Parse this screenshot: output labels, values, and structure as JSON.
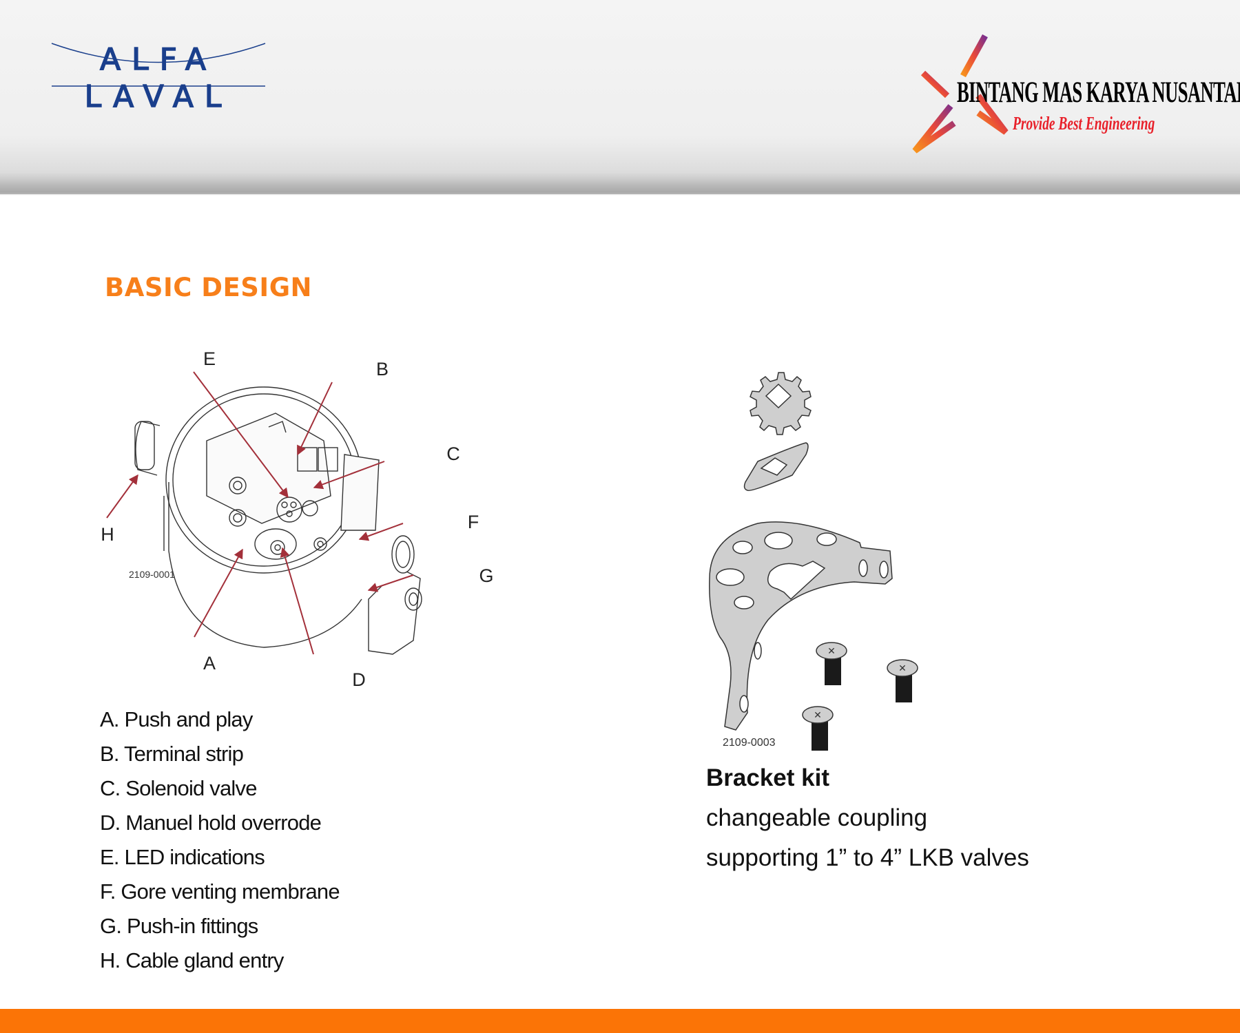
{
  "header": {
    "left_logo": "ALFA LAVAL",
    "brand_name": "BINTANG MAS KARYA NUSANTARA",
    "brand_tagline": "Provide Best Engineering"
  },
  "section_title": "BASIC DESIGN",
  "diagram": {
    "figure_code": "2109-0001",
    "callouts": [
      "A",
      "B",
      "C",
      "D",
      "E",
      "F",
      "G",
      "H"
    ]
  },
  "features": [
    "A. Push and play",
    "B. Terminal strip",
    "C. Solenoid valve",
    "D. Manuel hold overrode",
    "E. LED indications",
    "F. Gore venting membrane",
    "G. Push-in fittings",
    "H. Cable gland entry"
  ],
  "bracket": {
    "figure_code": "2109-0003",
    "title": "Bracket kit",
    "lines": [
      "changeable coupling",
      "supporting 1” to 4” LKB valves"
    ]
  },
  "colors": {
    "accent_orange": "#f77f1a",
    "footer_orange": "#fb7406",
    "alfa_blue": "#1a3f8c",
    "arrow_red": "#a3303a"
  }
}
